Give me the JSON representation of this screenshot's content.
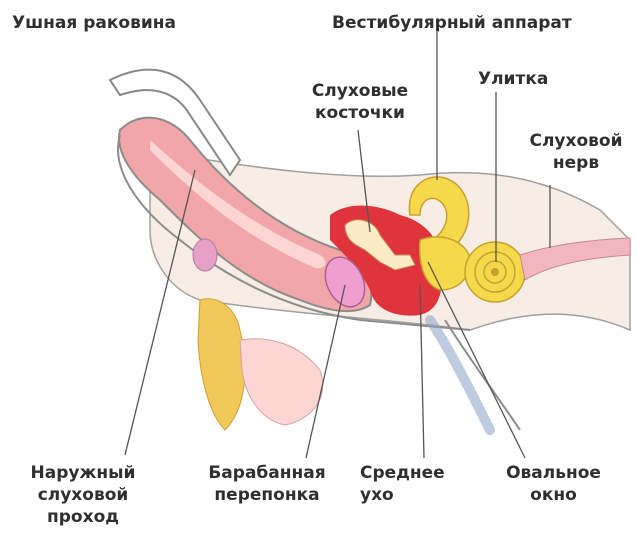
{
  "labels": {
    "pinna": [
      "Ушная раковина"
    ],
    "vestibular": [
      "Вестибулярный аппарат"
    ],
    "ossicles": [
      "Слуховые",
      "косточки"
    ],
    "cochlea": [
      "Улитка"
    ],
    "auditory_nerve": [
      "Слуховой",
      "нерв"
    ],
    "ear_canal": [
      "Наружный",
      "слуховой",
      "проход"
    ],
    "eardrum": [
      "Барабанная",
      "перепонка"
    ],
    "middle_ear": [
      "Среднее",
      "ухо"
    ],
    "oval_window": [
      "Овальное",
      "окно"
    ]
  },
  "colors": {
    "canal": "#f2a6a8",
    "canal_light": "#fbd6d2",
    "middle_ear": "#e0343c",
    "labyrinth": "#f5d94a",
    "bone": "#f7ede4",
    "cartilage": "#f3c85a",
    "eardrum": "#ee9ed0",
    "nerve": "#f4b6bd",
    "text": "#2f2f2f"
  }
}
